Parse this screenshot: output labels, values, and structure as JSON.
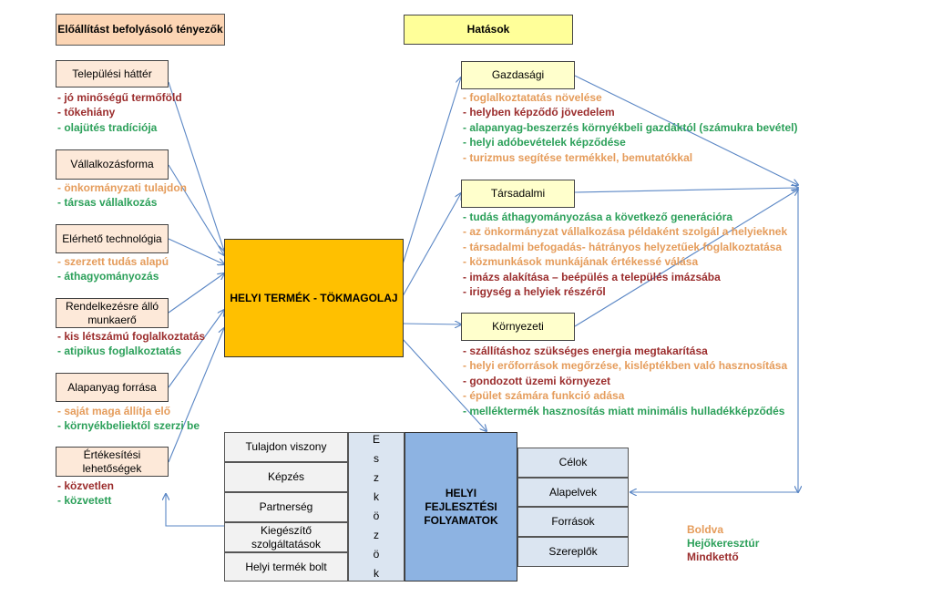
{
  "headers": {
    "factors": "Előállítást befolyásoló tényezők",
    "effects": "Hatások"
  },
  "factors": [
    {
      "label": "Települési háttér",
      "items": [
        {
          "text": "- jó minőségű termőföld",
          "color": "mind"
        },
        {
          "text": "- tőkehiány",
          "color": "mind"
        },
        {
          "text": "- olajütés tradíciója",
          "color": "hejo"
        }
      ]
    },
    {
      "label": "Vállalkozásforma",
      "items": [
        {
          "text": "- önkormányzati tulajdon",
          "color": "boldva"
        },
        {
          "text": "- társas vállalkozás",
          "color": "hejo"
        }
      ]
    },
    {
      "label": "Elérhető technológia",
      "items": [
        {
          "text": "- szerzett tudás alapú",
          "color": "boldva"
        },
        {
          "text": "- áthagyományozás",
          "color": "hejo"
        }
      ]
    },
    {
      "label": "Rendelkezésre álló munkaerő",
      "items": [
        {
          "text": "- kis létszámú foglalkoztatás",
          "color": "mind"
        },
        {
          "text": "- atipikus foglalkoztatás",
          "color": "hejo"
        }
      ]
    },
    {
      "label": "Alapanyag forrása",
      "items": [
        {
          "text": "- saját maga állítja elő",
          "color": "boldva"
        },
        {
          "text": "- környékbeliektől szerzi be",
          "color": "hejo"
        }
      ]
    },
    {
      "label": "Értékesítési lehetőségek",
      "items": [
        {
          "text": "- közvetlen",
          "color": "mind"
        },
        {
          "text": "- közvetett",
          "color": "hejo"
        }
      ]
    }
  ],
  "central": "HELYI TERMÉK - TÖKMAGOLAJ",
  "effects": [
    {
      "label": "Gazdasági",
      "items": [
        {
          "text": "-  foglalkoztatatás növelése",
          "color": "boldva"
        },
        {
          "text": "-  helyben képződő jövedelem",
          "color": "mind"
        },
        {
          "text": "-  alapanyag-beszerzés környékbeli gazdáktól (számukra bevétel)",
          "color": "hejo"
        },
        {
          "text": "-  helyi adóbevételek képződése",
          "color": "hejo"
        },
        {
          "text": "-  turizmus segítése termékkel, bemutatókkal",
          "color": "boldva"
        }
      ]
    },
    {
      "label": "Társadalmi",
      "items": [
        {
          "text": "- tudás áthagyományozása a következő generációra",
          "color": "hejo"
        },
        {
          "text": "- az önkormányzat vállalkozása példaként szolgál a helyieknek",
          "color": "boldva"
        },
        {
          "text": "- társadalmi befogadás- hátrányos helyzetűek foglalkoztatása",
          "color": "boldva"
        },
        {
          "text": "- közmunkások munkájának értékessé válása",
          "color": "boldva"
        },
        {
          "text": "- imázs alakítása – beépülés a település imázsába",
          "color": "mind"
        },
        {
          "text": "- irigység a helyiek részéről",
          "color": "mind"
        }
      ]
    },
    {
      "label": "Környezeti",
      "items": [
        {
          "text": "-  szállításhoz szükséges energia megtakarítása",
          "color": "mind"
        },
        {
          "text": "-  helyi erőforrások megőrzése, kisléptékben való hasznosítása",
          "color": "boldva"
        },
        {
          "text": "- gondozott üzemi környezet",
          "color": "mind"
        },
        {
          "text": "- épület számára funkció adása",
          "color": "boldva"
        },
        {
          "text": "- melléktermék hasznosítás miatt minimális hulladékképződés",
          "color": "hejo"
        }
      ]
    }
  ],
  "tools": [
    "Tulajdon viszony",
    "Képzés",
    "Partnerség",
    "Kiegészítő szolgáltatások",
    "Helyi termék bolt"
  ],
  "eszkozok_letters": [
    "E",
    "s",
    "z",
    "k",
    "ö",
    "z",
    "ö",
    "k"
  ],
  "development": "HELYI FEJLESZTÉSI FOLYAMATOK",
  "right_boxes": [
    "Célok",
    "Alapelvek",
    "Források",
    "Szereplők"
  ],
  "legend": [
    {
      "text": "Boldva",
      "color": "boldva"
    },
    {
      "text": "Hejőkeresztúr",
      "color": "hejo"
    },
    {
      "text": "Mindkettő",
      "color": "mind"
    }
  ],
  "colors": {
    "boldva": "#e59c5b",
    "hejo": "#2ca05a",
    "mind": "#9b2d2d",
    "arrow": "#5b87c5"
  }
}
